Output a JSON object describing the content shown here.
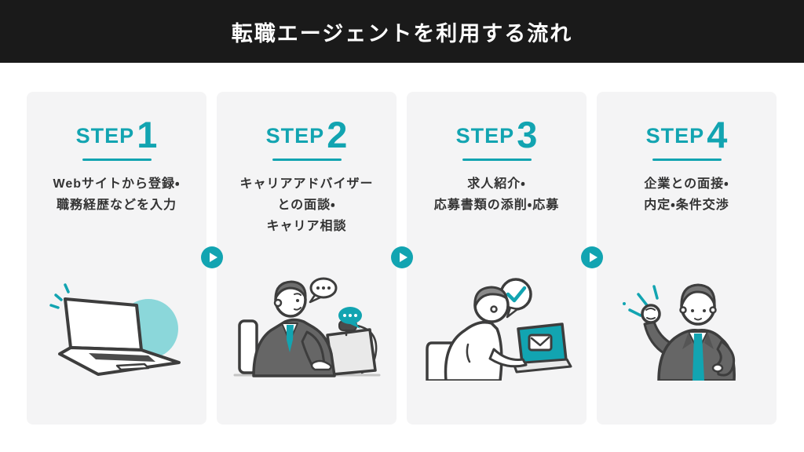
{
  "header": {
    "title": "転職エージェントを利用する流れ"
  },
  "steps": [
    {
      "label": "STEP",
      "number": "1",
      "desc": [
        "Webサイトから登録・",
        "職務経歴などを入力"
      ],
      "illustration": "laptop-registration-illustration"
    },
    {
      "label": "STEP",
      "number": "2",
      "desc": [
        "キャリアアドバイザー",
        "との面談・",
        "キャリア相談"
      ],
      "illustration": "online-career-advisor-illustration"
    },
    {
      "label": "STEP",
      "number": "3",
      "desc": [
        "求人紹介・",
        "応募書類の添削・応募"
      ],
      "illustration": "job-application-laptop-illustration"
    },
    {
      "label": "STEP",
      "number": "4",
      "desc": [
        "企業との面接・",
        "内定・条件交渉"
      ],
      "illustration": "interview-success-illustration"
    }
  ],
  "arrow_icon": "play-arrow-icon",
  "colors": {
    "accent_teal": "#12a4b1",
    "accent_teal_light": "#8bd7da",
    "header_bg": "#1a1a1a",
    "card_bg": "#f4f4f5",
    "text_dark": "#333333"
  }
}
